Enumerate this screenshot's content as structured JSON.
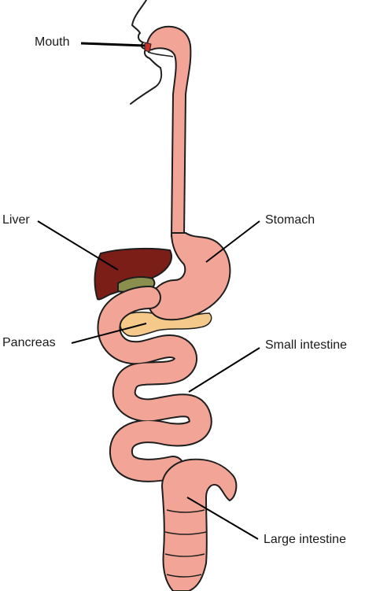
{
  "labels": {
    "mouth": "Mouth",
    "liver": "Liver",
    "stomach": "Stomach",
    "pancreas": "Pancreas",
    "small_intestine": "Small intestine",
    "large_intestine": "Large intestine"
  },
  "colors": {
    "tract_fill": "#f2a596",
    "tract_stroke": "#1e1e1e",
    "liver_fill": "#7b1e17",
    "gallbladder_fill": "#8b8f4e",
    "pancreas_fill": "#f4c98a",
    "leader_line": "#000000"
  }
}
